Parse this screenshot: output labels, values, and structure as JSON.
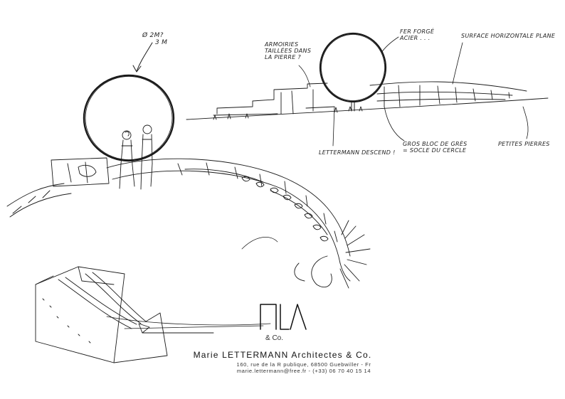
{
  "annotations": {
    "diameter_line1": "Ø 2m?",
    "diameter_line2": "3 m",
    "armoiries_line1": "Armoiries",
    "armoiries_line2": "taillées dans",
    "armoiries_line3": "la pierre ?",
    "fer_forge_line1": "Fer forgé",
    "fer_forge_line2": "acier . . .",
    "surface": "Surface horizontale plane",
    "lettermann": "Lettermann descend !",
    "gros_bloc_line1": "Gros bloc de grès",
    "gros_bloc_line2": "= socle du cercle",
    "petites_pierres": "Petites pierres"
  },
  "logo": {
    "mark": "MLA",
    "co": "& Co."
  },
  "firm": {
    "name": "Marie LETTERMANN Architectes & Co.",
    "address": "160, rue de la R publique, 68500 Guebwiller - Fr",
    "contact": "marie.lettermann@free.fr   -   (+33) 06 70 40 15 14"
  },
  "colors": {
    "ink": "#1a1a1a",
    "paper": "#ffffff"
  }
}
